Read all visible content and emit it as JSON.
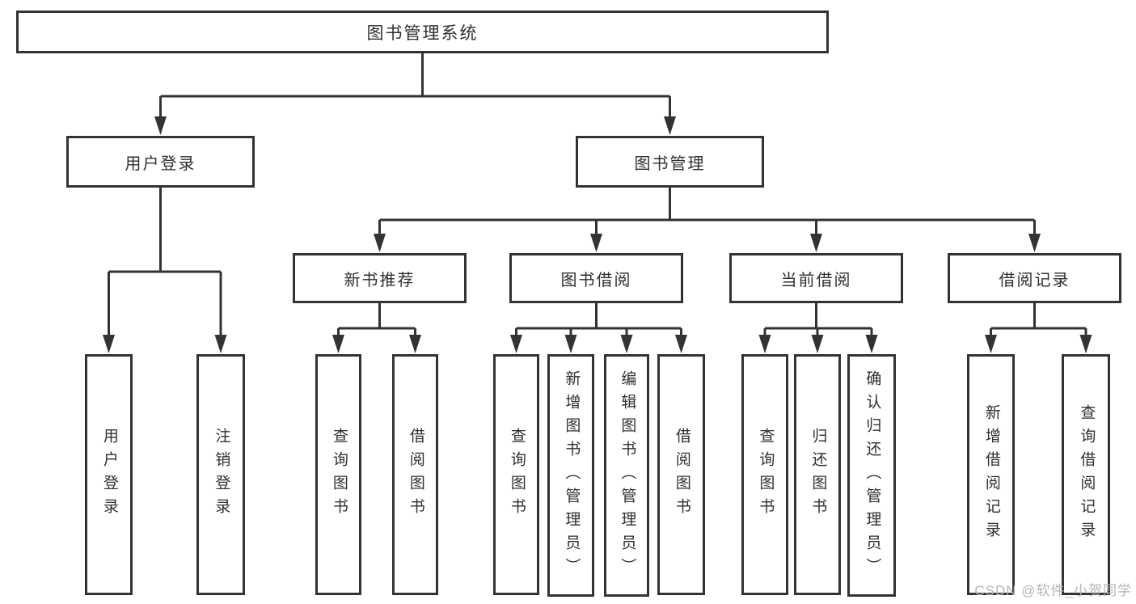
{
  "diagram_title": "图书管理系统",
  "watermark": "CSDN @软件_小贺同学",
  "colors": {
    "line": "#333333",
    "box_border": "#333333",
    "box_fill": "#ffffff",
    "text": "#2f2f2f",
    "watermark": "#b5b5b5",
    "background": "#ffffff"
  },
  "tree": {
    "root": {
      "label": "图书管理系统"
    },
    "branches": [
      {
        "label": "用户登录",
        "children": [
          {
            "label": "用户登录"
          },
          {
            "label": "注销登录"
          }
        ]
      },
      {
        "label": "图书管理",
        "children": [
          {
            "label": "新书推荐",
            "children": [
              {
                "label": "查询图书"
              },
              {
                "label": "借阅图书"
              }
            ]
          },
          {
            "label": "图书借阅",
            "children": [
              {
                "label": "查询图书"
              },
              {
                "label": "新增图书（管理员）"
              },
              {
                "label": "编辑图书（管理员）"
              },
              {
                "label": "借阅图书"
              }
            ]
          },
          {
            "label": "当前借阅",
            "children": [
              {
                "label": "查询图书"
              },
              {
                "label": "归还图书"
              },
              {
                "label": "确认归还（管理员）"
              }
            ]
          },
          {
            "label": "借阅记录",
            "children": [
              {
                "label": "新增借阅记录"
              },
              {
                "label": "查询借阅记录"
              }
            ]
          }
        ]
      }
    ]
  }
}
